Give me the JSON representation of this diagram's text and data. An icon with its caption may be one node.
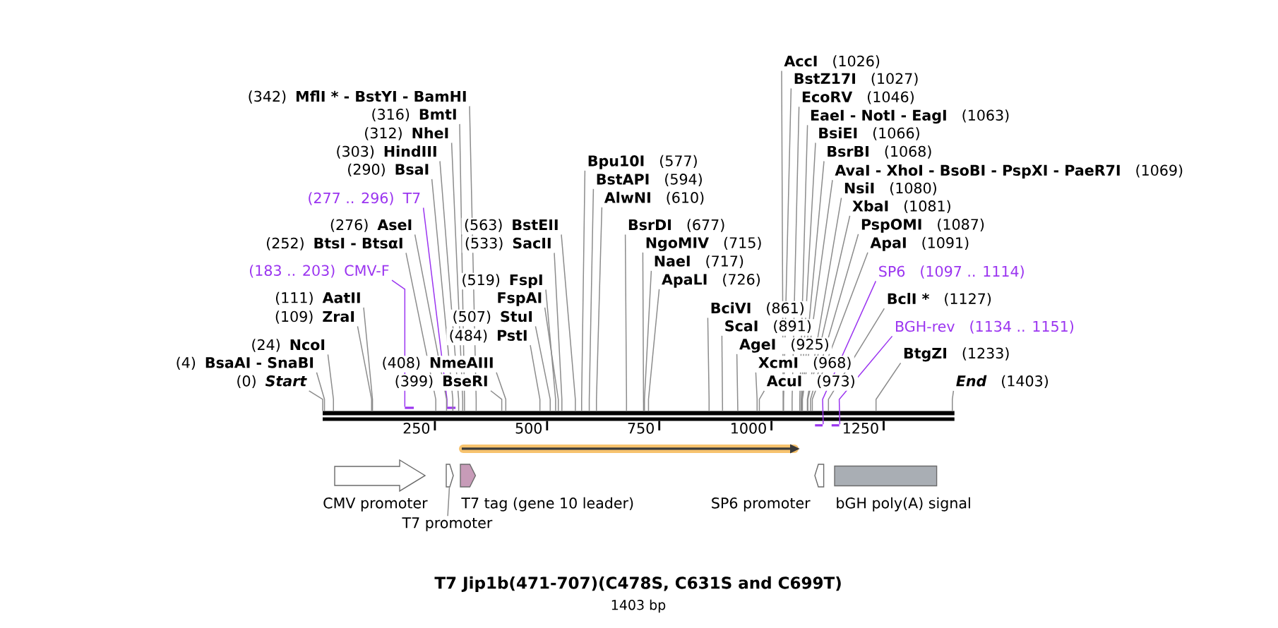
{
  "diagram": {
    "title": "T7 Jip1b(471-707)(C478S, C631S and C699T)",
    "nodes": [
      {
        "text": [
          "(342)",
          "MflI * - BstYI - BamHI"
        ]
      },
      {
        "text": [
          "(316)",
          "BmtI"
        ]
      },
      {
        "text": [
          "(312)",
          "NheI"
        ]
      },
      {
        "text": [
          "(303)",
          "HindIII"
        ]
      },
      {
        "text": [
          "(290)",
          "BsaI"
        ]
      },
      {
        "text": [
          "(277 .. 296)",
          "T7"
        ]
      },
      {
        "text": [
          "(276)",
          "AseI"
        ]
      },
      {
        "text": [
          "(252)",
          "BtsI - BtsαI"
        ]
      },
      {
        "text": [
          "(183 .. 203)",
          "CMV-F"
        ]
      },
      {
        "text": [
          "(111)",
          "AatII"
        ]
      },
      {
        "text": [
          "(109)",
          "ZraI"
        ]
      },
      {
        "text": [
          "(24)",
          "NcoI"
        ]
      },
      {
        "text": [
          "(4)",
          "BsaAI - SnaBI"
        ]
      },
      {
        "text": [
          "(0)",
          "Start"
        ]
      },
      {
        "text": [
          "(563)",
          "BstEII"
        ]
      },
      {
        "text": [
          "(533)",
          "SacII"
        ]
      },
      {
        "text": [
          "(519)",
          "FspI"
        ]
      },
      {
        "text": [
          "FspAI"
        ]
      },
      {
        "text": [
          "(507)",
          "StuI"
        ]
      },
      {
        "text": [
          "(484)",
          "PstI"
        ]
      },
      {
        "text": [
          "(408)",
          "NmeAIII"
        ]
      },
      {
        "text": [
          "(399)",
          "BseRI"
        ]
      },
      {
        "text": [
          "Bpu10I",
          "(577)"
        ]
      },
      {
        "text": [
          "BstAPI",
          "(594)"
        ]
      },
      {
        "text": [
          "AlwNI",
          "(610)"
        ]
      },
      {
        "text": [
          "BsrDI",
          "(677)"
        ]
      },
      {
        "text": [
          "NgoMIV",
          "(715)"
        ]
      },
      {
        "text": [
          "NaeI",
          "(717)"
        ]
      },
      {
        "text": [
          "ApaLI",
          "(726)"
        ]
      },
      {
        "text": [
          "BciVI",
          "(861)"
        ]
      },
      {
        "text": [
          "ScaI",
          "(891)"
        ]
      },
      {
        "text": [
          "AgeI",
          "(925)"
        ]
      },
      {
        "text": [
          "XcmI",
          "(968)"
        ]
      },
      {
        "text": [
          "AcuI",
          "(973)"
        ]
      },
      {
        "text": [
          "AccI",
          "(1026)"
        ]
      },
      {
        "text": [
          "BstZ17I",
          "(1027)"
        ]
      },
      {
        "text": [
          "EcoRV",
          "(1046)"
        ]
      },
      {
        "text": [
          "EaeI - NotI - EagI",
          "(1063)"
        ]
      },
      {
        "text": [
          "BsiEI",
          "(1066)"
        ]
      },
      {
        "text": [
          "BsrBI",
          "(1068)"
        ]
      },
      {
        "text": [
          "AvaI - XhoI - BsoBI - PspXI - PaeR7I",
          "(1069)"
        ]
      },
      {
        "text": [
          "NsiI",
          "(1080)"
        ]
      },
      {
        "text": [
          "XbaI",
          "(1081)"
        ]
      },
      {
        "text": [
          "PspOMI",
          "(1087)"
        ]
      },
      {
        "text": [
          "ApaI",
          "(1091)"
        ]
      },
      {
        "text": [
          "SP6",
          "(1097 .. 1114)"
        ]
      },
      {
        "text": [
          "BclI *",
          "(1127)"
        ]
      },
      {
        "text": [
          "BGH-rev",
          "(1134 .. 1151)"
        ]
      },
      {
        "text": [
          "BtgZI",
          "(1233)"
        ]
      },
      {
        "text": [
          "End",
          "(1403)"
        ]
      },
      {
        "text": [],
        "shape": "bar"
      },
      {
        "text": [],
        "shape": "bar"
      },
      {
        "text": [],
        "shape": "bar"
      },
      {
        "text": [],
        "shape": "bar"
      },
      {
        "text": [],
        "shape": "bar"
      },
      {
        "text": [],
        "shape": "arrow"
      },
      {
        "text": [
          "CMV promoter"
        ]
      },
      {
        "text": [],
        "shape": "pentagon"
      },
      {
        "text": [
          "T7 tag (gene 10 leader)"
        ]
      },
      {
        "text": [
          "SP6 promoter"
        ]
      },
      {
        "text": [
          "bGH poly(A) signal"
        ]
      },
      {
        "text": [
          "T7 promoter"
        ]
      }
    ],
    "edges": [
      {
        "from": 0,
        "to": 50,
        "arrow": "none"
      },
      {
        "from": 1,
        "to": 50,
        "arrow": "none"
      },
      {
        "from": 2,
        "to": 50,
        "arrow": "none"
      },
      {
        "from": 3,
        "to": 50,
        "arrow": "none"
      },
      {
        "from": 4,
        "to": 50,
        "arrow": "none"
      },
      {
        "from": 5,
        "to": 52,
        "arrow": "none",
        "color": "#9b35f0"
      },
      {
        "from": 6,
        "to": 50,
        "arrow": "none"
      },
      {
        "from": 7,
        "to": 50,
        "arrow": "none"
      },
      {
        "from": 8,
        "to": 51,
        "arrow": "none",
        "color": "#9b35f0"
      },
      {
        "from": 9,
        "to": 50,
        "arrow": "none"
      },
      {
        "from": 10,
        "to": 50,
        "arrow": "none"
      },
      {
        "from": 11,
        "to": 50,
        "arrow": "none"
      },
      {
        "from": 12,
        "to": 50,
        "arrow": "none"
      },
      {
        "from": 13,
        "to": 50,
        "arrow": "none"
      },
      {
        "from": 14,
        "to": 50,
        "arrow": "none"
      },
      {
        "from": 15,
        "to": 50,
        "arrow": "none"
      },
      {
        "from": 16,
        "to": 50,
        "arrow": "none"
      },
      {
        "from": 17,
        "to": 50,
        "arrow": "none"
      },
      {
        "from": 18,
        "to": 50,
        "arrow": "none"
      },
      {
        "from": 19,
        "to": 50,
        "arrow": "none"
      },
      {
        "from": 20,
        "to": 50,
        "arrow": "none"
      },
      {
        "from": 21,
        "to": 50,
        "arrow": "none"
      },
      {
        "from": 22,
        "to": 50,
        "arrow": "none"
      },
      {
        "from": 23,
        "to": 50,
        "arrow": "none"
      },
      {
        "from": 24,
        "to": 50,
        "arrow": "none"
      },
      {
        "from": 25,
        "to": 50,
        "arrow": "none"
      },
      {
        "from": 26,
        "to": 50,
        "arrow": "none"
      },
      {
        "from": 27,
        "to": 50,
        "arrow": "none"
      },
      {
        "from": 28,
        "to": 50,
        "arrow": "none"
      },
      {
        "from": 29,
        "to": 50,
        "arrow": "none"
      },
      {
        "from": 30,
        "to": 50,
        "arrow": "none"
      },
      {
        "from": 31,
        "to": 50,
        "arrow": "none"
      },
      {
        "from": 32,
        "to": 50,
        "arrow": "none"
      },
      {
        "from": 33,
        "to": 50,
        "arrow": "none"
      },
      {
        "from": 34,
        "to": 50,
        "arrow": "none"
      },
      {
        "from": 35,
        "to": 50,
        "arrow": "none"
      },
      {
        "from": 36,
        "to": 50,
        "arrow": "none"
      },
      {
        "from": 37,
        "to": 50,
        "arrow": "none"
      },
      {
        "from": 38,
        "to": 50,
        "arrow": "none"
      },
      {
        "from": 39,
        "to": 50,
        "arrow": "none"
      },
      {
        "from": 40,
        "to": 50,
        "arrow": "none"
      },
      {
        "from": 41,
        "to": 50,
        "arrow": "none"
      },
      {
        "from": 42,
        "to": 50,
        "arrow": "none"
      },
      {
        "from": 43,
        "to": 50,
        "arrow": "none"
      },
      {
        "from": 44,
        "to": 50,
        "arrow": "none"
      },
      {
        "from": 45,
        "to": 53,
        "arrow": "none",
        "color": "#9b35f0"
      },
      {
        "from": 46,
        "to": 50,
        "arrow": "none"
      },
      {
        "from": 47,
        "to": 54,
        "arrow": "none",
        "color": "#9b35f0"
      },
      {
        "from": 48,
        "to": 50,
        "arrow": "none"
      },
      {
        "from": 49,
        "to": 50,
        "arrow": "none"
      },
      {
        "from": 61,
        "to": 57,
        "arrow": "none"
      }
    ],
    "labels": [
      "250",
      "500",
      "750",
      "1000",
      "1250",
      "1403 bp"
    ]
  }
}
